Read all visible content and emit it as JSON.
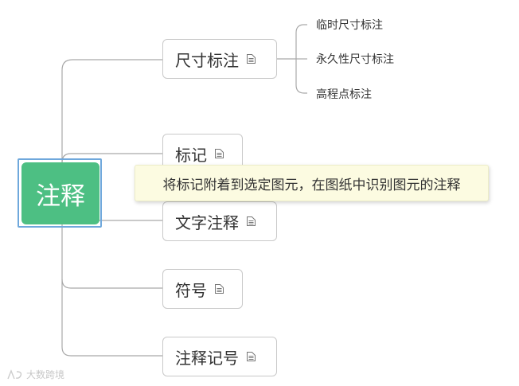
{
  "root": {
    "label": "注释"
  },
  "branches": [
    {
      "label": "尺寸标注",
      "icon": "note-icon"
    },
    {
      "label": "标记",
      "icon": "note-icon"
    },
    {
      "label": "文字注释",
      "icon": "note-icon"
    },
    {
      "label": "符号",
      "icon": "note-icon"
    },
    {
      "label": "注释记号",
      "icon": "note-icon"
    }
  ],
  "subitems": [
    "临时尺寸标注",
    "永久性尺寸标注",
    "高程点标注"
  ],
  "tooltip": {
    "text": "将标记附着到选定图元，在图纸中识别图元的注释"
  },
  "watermark": {
    "text": "大数跨境"
  },
  "colors": {
    "root_fill": "#4dbf83",
    "selection": "#6fa8dc",
    "line": "#a9a9a9",
    "tooltip_bg": "#fcfbe1"
  }
}
